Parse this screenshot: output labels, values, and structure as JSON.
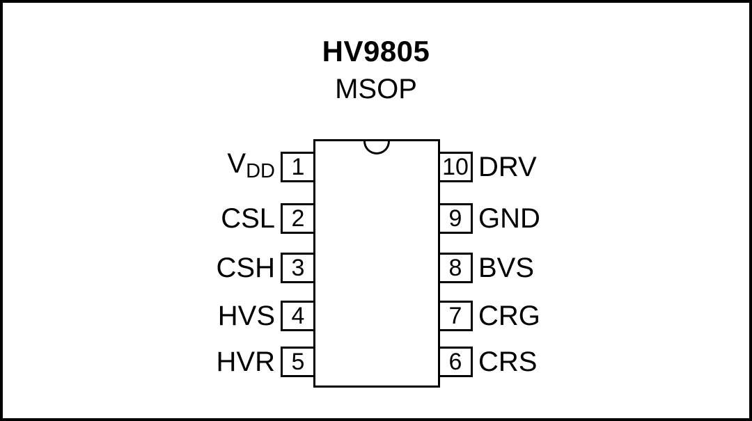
{
  "title": "HV9805",
  "package": "MSOP",
  "ic": {
    "left_pins": [
      {
        "number": "1",
        "label": "V",
        "label_sub": "DD"
      },
      {
        "number": "2",
        "label": "CSL",
        "label_sub": ""
      },
      {
        "number": "3",
        "label": "CSH",
        "label_sub": ""
      },
      {
        "number": "4",
        "label": "HVS",
        "label_sub": ""
      },
      {
        "number": "5",
        "label": "HVR",
        "label_sub": ""
      }
    ],
    "right_pins": [
      {
        "number": "10",
        "label": "DRV"
      },
      {
        "number": "9",
        "label": "GND"
      },
      {
        "number": "8",
        "label": "BVS"
      },
      {
        "number": "7",
        "label": "CRG"
      },
      {
        "number": "6",
        "label": "CRS"
      }
    ]
  }
}
